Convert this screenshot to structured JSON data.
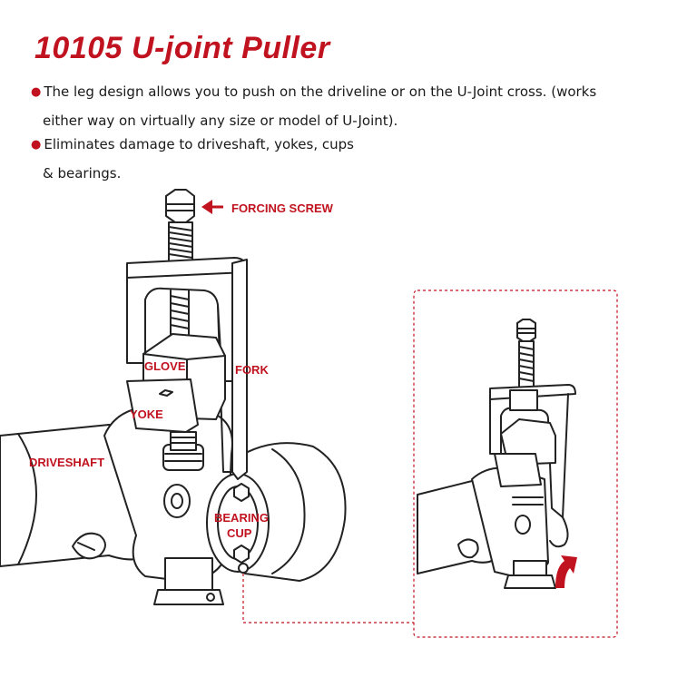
{
  "title": "10105 U-joint Puller",
  "bullets": [
    {
      "line1": "The leg design allows you to push on the driveline or on the U-Joint cross. (works",
      "line2": "either way on virtually any size or model of U-Joint)."
    },
    {
      "line1": "Eliminates damage to driveshaft, yokes, cups",
      "line2": "& bearings."
    }
  ],
  "labels": {
    "forcing_screw": "FORCING SCREW",
    "glove": "GLOVE",
    "fork": "FORK",
    "yoke": "YOKE",
    "driveshaft": "DRIVESHAFT",
    "bearing": "BEARING",
    "cup": "CUP"
  },
  "colors": {
    "accent": "#c1121f",
    "text": "#1a1a1a",
    "line": "#222222"
  },
  "icons": [
    "bullet-dot-icon",
    "arrow-left-icon",
    "curved-arrow-up-icon"
  ]
}
